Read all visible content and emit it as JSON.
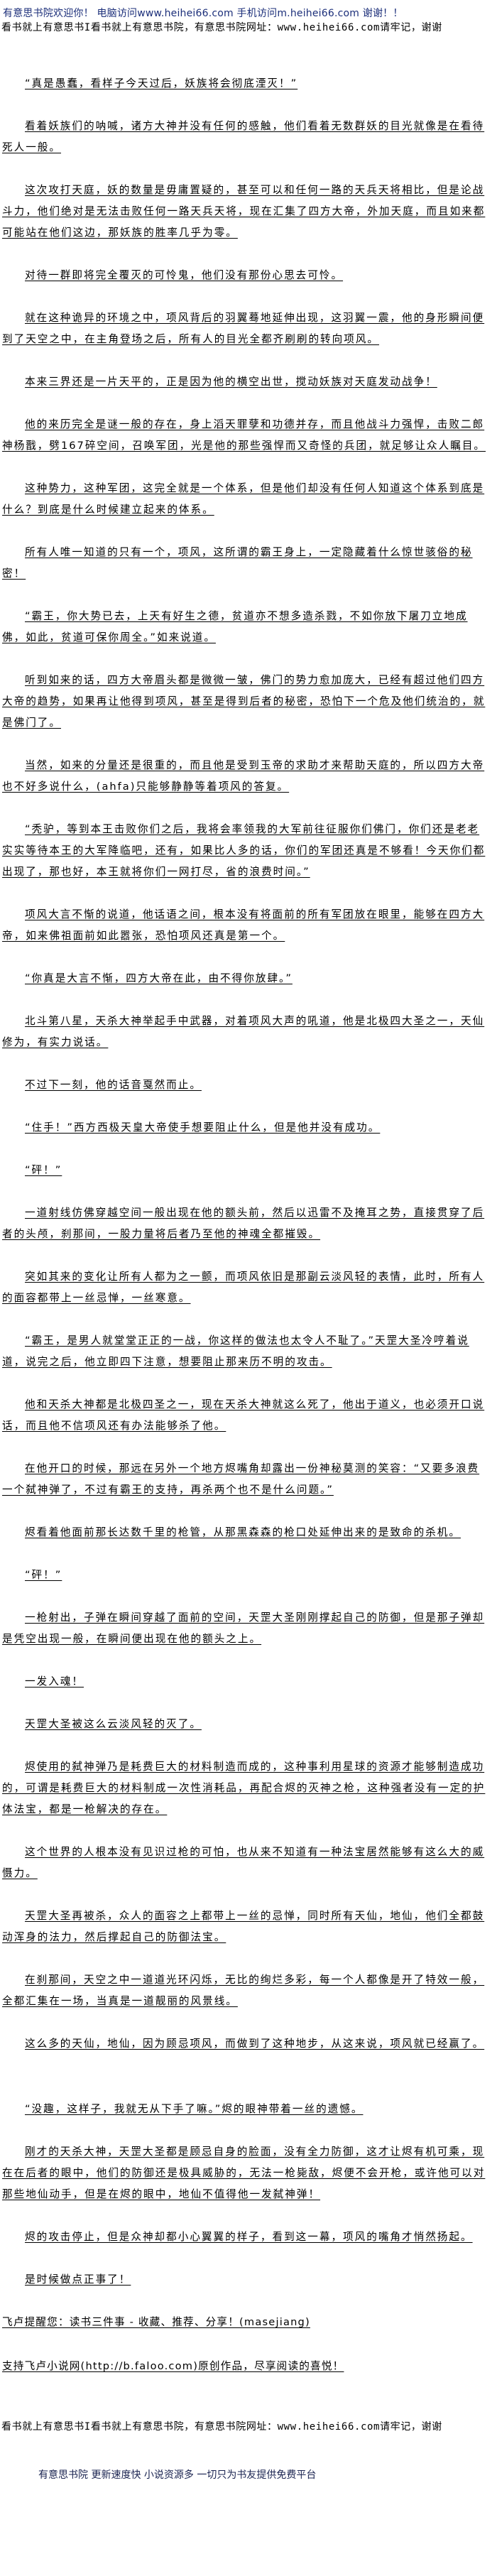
{
  "header": {
    "welcome": "有意思书院欢迎你！ 电脑访问www.heihei66.com   手机访问m.heihei66.com 谢谢！！",
    "site_notice": "看书就上有意思书I看书就上有意思书院，有意思书院网址：www.heihei66.com请牢记，谢谢"
  },
  "paragraphs": [
    "“真是愚蠢，看样子今天过后，妖族将会彻底湮灭！”",
    "看着妖族们的呐喊，诸方大神并没有任何的感触，他们看着无数群妖的目光就像是在看待死人一般。",
    "这次攻打天庭，妖的数量是毋庸置疑的，甚至可以和任何一路的天兵天将相比，但是论战斗力，他们绝对是无法击败任何一路天兵天将，现在汇集了四方大帝，外加天庭，而且如来都可能站在他们这边，那妖族的胜率几乎为零。",
    "对待一群即将完全覆灭的可怜鬼，他们没有那份心思去可怜。",
    "就在这种诡异的环境之中，项风背后的羽翼蓦地延伸出现，这羽翼一震，他的身形瞬间便到了天空之中，在主角登场之后，所有人的目光全都齐刷刷的转向项风。",
    "本来三界还是一片天平的，正是因为他的横空出世，搅动妖族对天庭发动战争！",
    "他的来历完全是谜一般的存在，身上滔天罪孽和功德并存，而且他战斗力强悍，击败二郎神杨戬，劈167碎空间，召唤军团，光是他的那些强悍而又奇怪的兵团，就足够让众人瞩目。",
    "这种势力，这种军团，这完全就是一个体系，但是他们却没有任何人知道这个体系到底是什么？到底是什么时候建立起来的体系。",
    "所有人唯一知道的只有一个，项风，这所谓的霸王身上，一定隐藏着什么惊世骇俗的秘密！",
    "“霸王，你大势已去，上天有好生之德，贫道亦不想多造杀戮，不如你放下屠刀立地成佛，如此，贫道可保你周全。”如来说道。",
    "听到如来的话，四方大帝眉头都是微微一皱，佛门的势力愈加庞大，已经有超过他们四方大帝的趋势，如果再让他得到项风，甚至是得到后者的秘密，恐怕下一个危及他们统治的，就是佛门了。",
    "当然，如来的分量还是很重的，而且他是受到玉帝的求助才来帮助天庭的，所以四方大帝也不好多说什么，(ahfa)只能够静静等着项风的答复。",
    "“秃驴，等到本王击败你们之后，我将会率领我的大军前往征服你们佛门，你们还是老老实实等待本王的大军降临吧，还有，如果比人多的话，你们的军团还真是不够看！今天你们都出现了，那也好，本王就将你们一网打尽，省的浪费时间。”",
    "项风大言不惭的说道，他话语之间，根本没有将面前的所有军团放在眼里，能够在四方大帝，如来佛祖面前如此嚣张，恐怕项风还真是第一个。",
    "“你真是大言不惭，四方大帝在此，由不得你放肆。”",
    "北斗第八星，天杀大神举起手中武器，对着项风大声的吼道，他是北极四大圣之一，天仙修为，有实力说话。",
    "不过下一刻，他的话音戛然而止。",
    "“住手！”西方西极天皇大帝使手想要阻止什么，但是他并没有成功。",
    "“砰！”",
    "一道射线仿佛穿越空间一般出现在他的额头前，然后以迅雷不及掩耳之势，直接贯穿了后者的头颅，刹那间，一股力量将后者乃至他的神魂全都摧毁。",
    "突如其来的变化让所有人都为之一颤，而项风依旧是那副云淡风轻的表情，此时，所有人的面容都带上一丝忌惮，一丝寒意。",
    "“霸王，是男人就堂堂正正的一战，你这样的做法也太令人不耻了。”天罡大圣冷哼着说道，说完之后，他立即四下注意，想要阻止那来历不明的攻击。",
    "他和天杀大神都是北极四圣之一，现在天杀大神就这么死了，他出于道义，也必须开口说话，而且他不信项风还有办法能够杀了他。",
    "在他开口的时候，那远在另外一个地方烬嘴角却露出一份神秘莫测的笑容：“又要多浪费一个弑神弹了，不过有霸王的支持，再杀两个也不是什么问题。”",
    "烬看着他面前那长达数千里的枪管，从那黑森森的枪口处延伸出来的是致命的杀机。",
    "“砰！”",
    "一枪射出，子弹在瞬间穿越了面前的空间，天罡大圣刚刚撑起自己的防御，但是那子弹却是凭空出现一般，在瞬间便出现在他的额头之上。",
    "一发入魂！",
    "天罡大圣被这么云淡风轻的灭了。",
    "烬使用的弑神弹乃是耗费巨大的材料制造而成的，这种事利用星球的资源才能够制造成功的，可谓是耗费巨大的材料制成一次性消耗品，再配合烬的灭神之枪，这种强者没有一定的护体法宝，都是一枪解决的存在。",
    "这个世界的人根本没有见识过枪的可怕，也从来不知道有一种法宝居然能够有这么大的威慑力。",
    "天罡大圣再被杀，众人的面容之上都带上一丝的忌惮，同时所有天仙，地仙，他们全都鼓动浑身的法力，然后撑起自己的防御法宝。",
    "在刹那间，天空之中一道道光环闪烁，无比的绚烂多彩，每一个人都像是开了特效一般，全都汇集在一场，当真是一道靓丽的风景线。",
    "这么多的天仙，地仙，因为顾忌项风，而做到了这种地步，从这来说，项风就已经赢了。",
    "“没趣，这样子，我就无从下手了嘛。”烬的眼神带着一丝的遗憾。",
    "刚才的天杀大神，天罡大圣都是顾忌自身的脸面，没有全力防御，这才让烬有机可乘，现在在后者的眼中，他们的防御还是极具威胁的，无法一枪毙敌，烬便不会开枪，或许他可以对那些地仙动手，但是在烬的眼中，地仙不值得他一发弑神弹！",
    "烬的攻击停止，但是众神却都小心翼翼的样子，看到这一幕，项风的嘴角才悄然扬起。",
    "是时候做点正事了！"
  ],
  "notes": {
    "faloo_reminder": "飞卢提醒您：读书三件事 - 收藏、推荐、分享！(masejiang)",
    "faloo_support": "支持飞卢小说网(http://b.faloo.com)原创作品，尽享阅读的喜悦！"
  },
  "footer": {
    "site_notice": "看书就上有意思书I看书就上有意思书院，有意思书院网址：www.heihei66.com请牢记，谢谢",
    "tagline": "有意思书院 更新速度快 小说资源多 一切只为书友提供免费平台"
  }
}
